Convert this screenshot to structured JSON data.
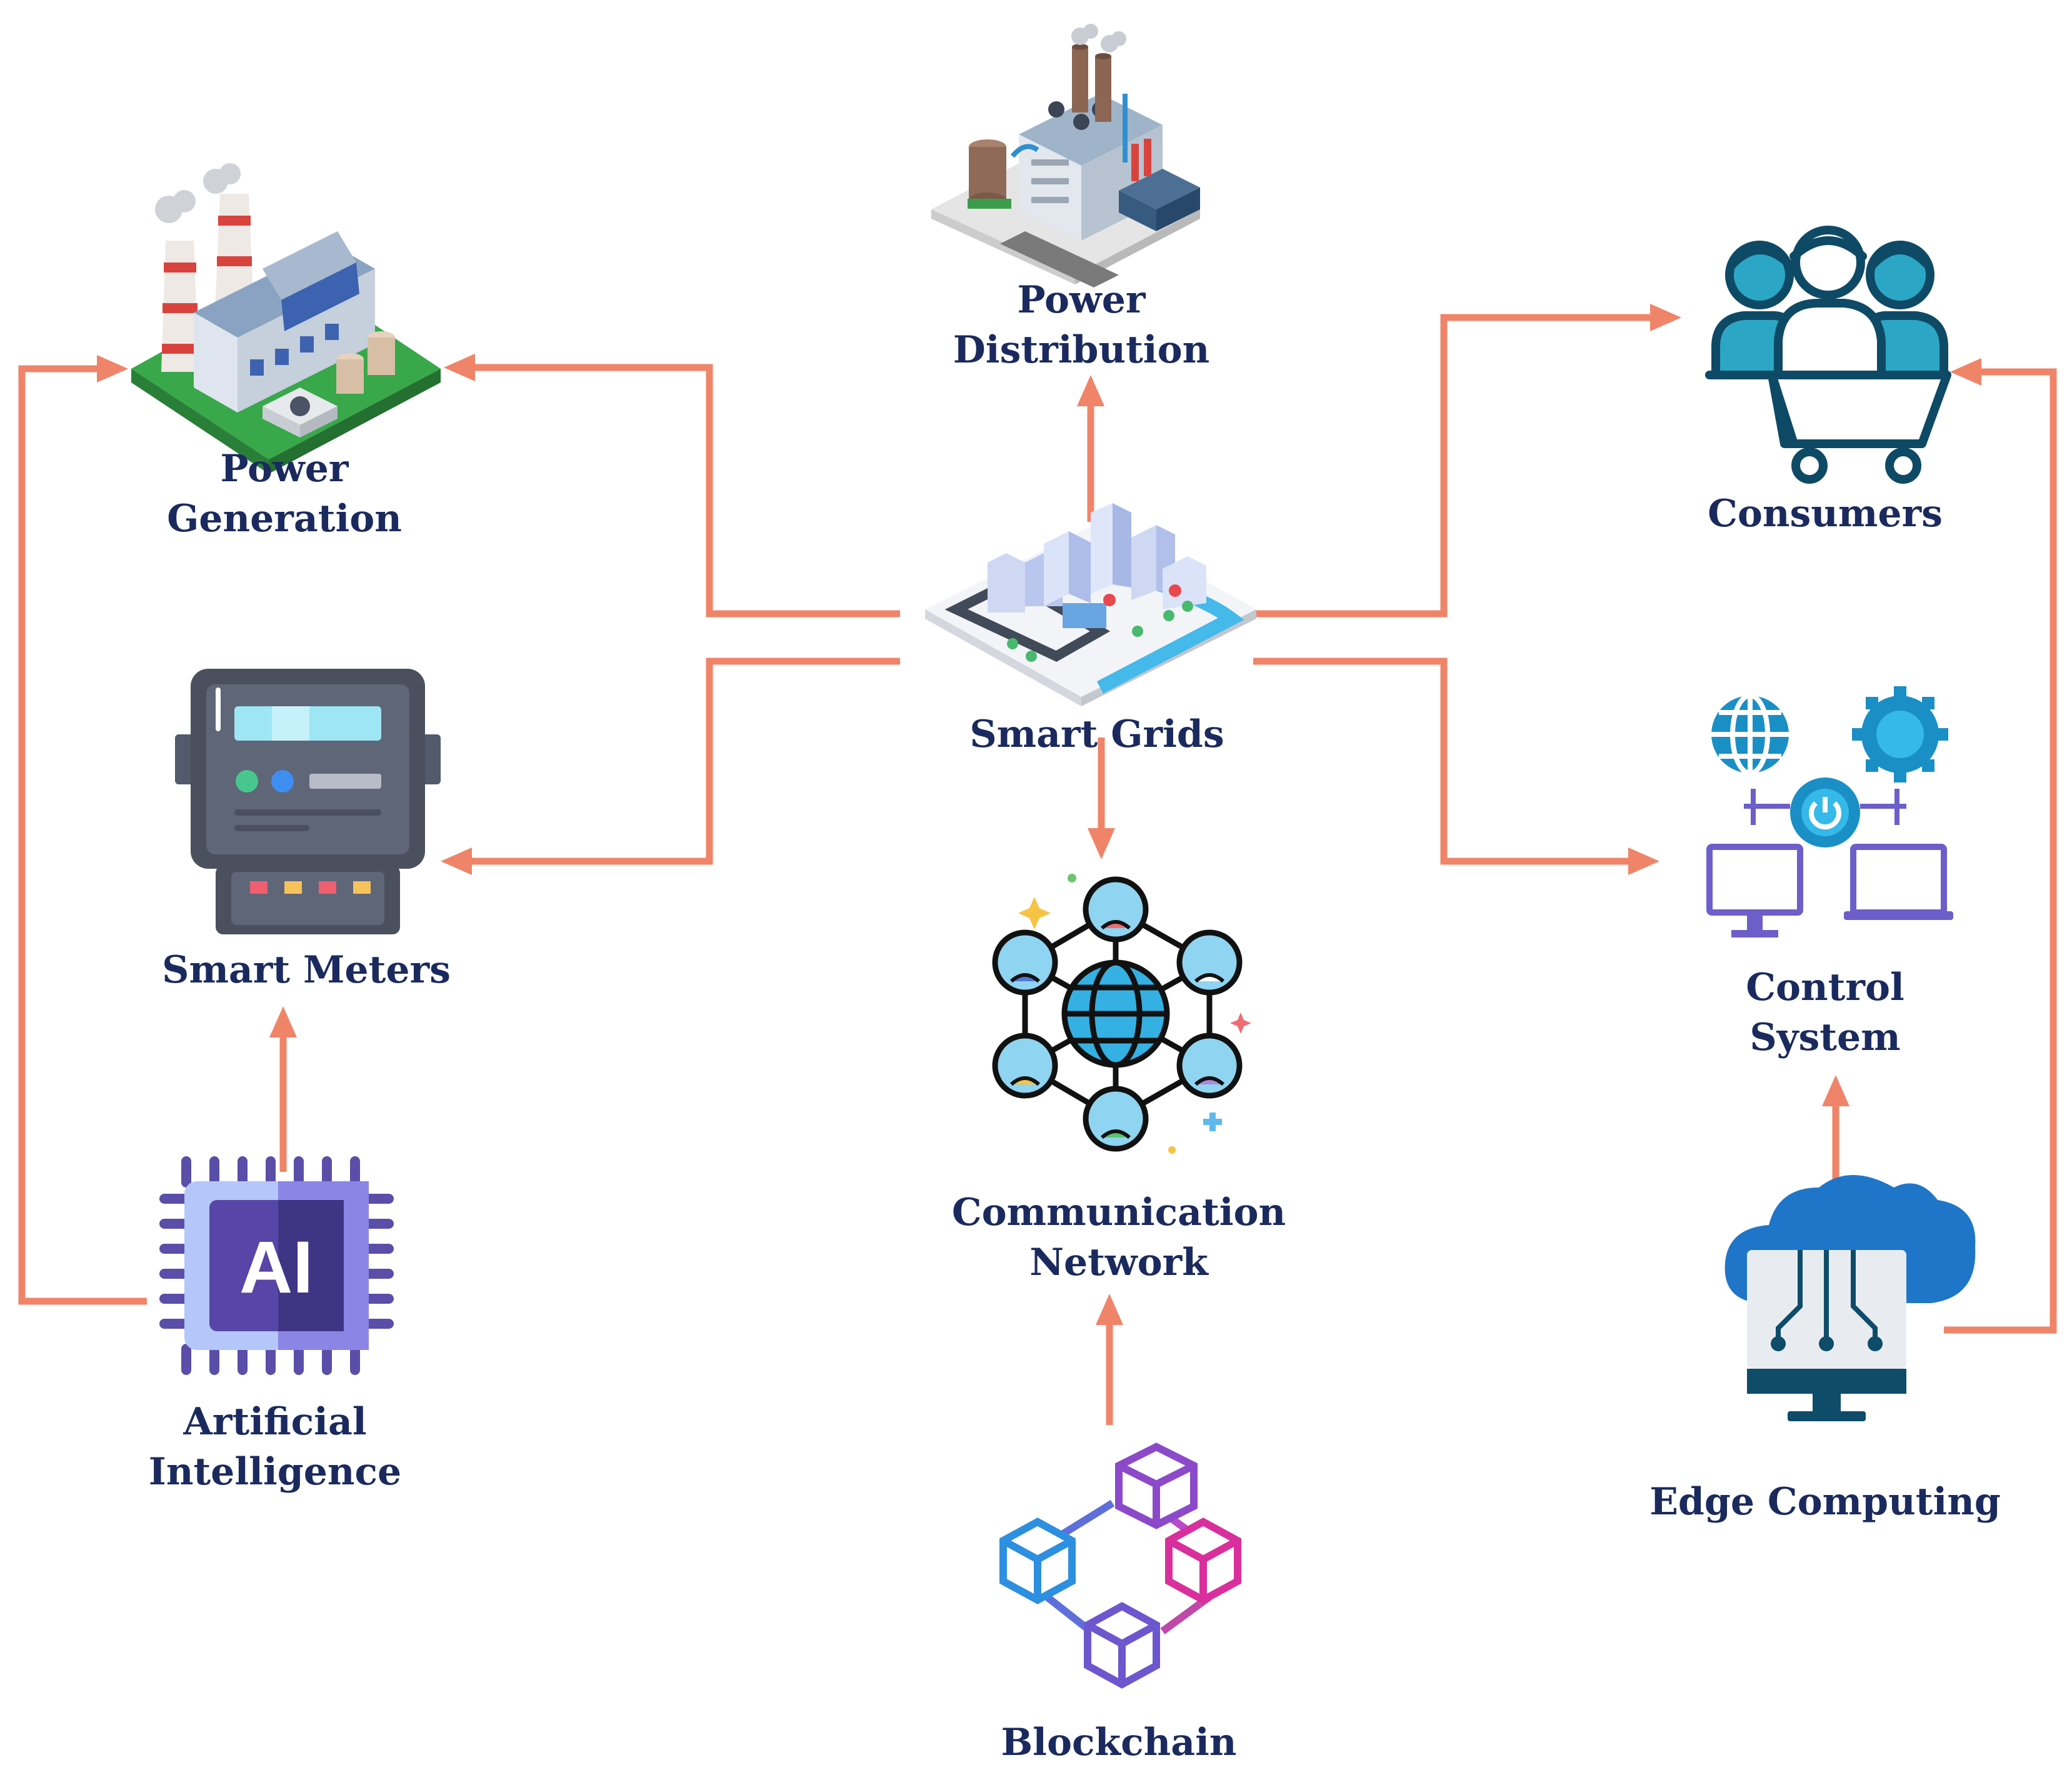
{
  "diagram": {
    "nodes": {
      "power_generation": "Power\nGeneration",
      "power_distribution": "Power\nDistribution",
      "consumers": "Consumers",
      "smart_meters": "Smart Meters",
      "smart_grids": "Smart Grids",
      "control_system": "Control\nSystem",
      "communication_network": "Communication\nNetwork",
      "artificial_intelligence": "Artificial\nIntelligence",
      "edge_computing": "Edge Computing",
      "blockchain": "Blockchain",
      "ai_chip_text": "AI"
    },
    "icons": {
      "power_generation": "factory-icon",
      "power_distribution": "industrial-plant-icon",
      "consumers": "users-cart-icon",
      "smart_meters": "electric-meter-icon",
      "smart_grids": "smart-city-icon",
      "control_system": "network-control-icon",
      "communication_network": "globe-network-icon",
      "artificial_intelligence": "ai-chip-icon",
      "edge_computing": "cloud-computer-icon",
      "blockchain": "blockchain-cubes-icon"
    },
    "edges": [
      {
        "from": "smart_grids",
        "to": "power_generation"
      },
      {
        "from": "smart_grids",
        "to": "power_distribution"
      },
      {
        "from": "smart_grids",
        "to": "consumers"
      },
      {
        "from": "smart_grids",
        "to": "smart_meters"
      },
      {
        "from": "smart_grids",
        "to": "control_system"
      },
      {
        "from": "smart_grids",
        "to": "communication_network"
      },
      {
        "from": "artificial_intelligence",
        "to": "power_generation"
      },
      {
        "from": "artificial_intelligence",
        "to": "smart_meters"
      },
      {
        "from": "edge_computing",
        "to": "consumers"
      },
      {
        "from": "edge_computing",
        "to": "control_system"
      },
      {
        "from": "blockchain",
        "to": "communication_network"
      }
    ],
    "colors": {
      "arrow": "#f08468",
      "label": "#1b2a5e"
    }
  }
}
